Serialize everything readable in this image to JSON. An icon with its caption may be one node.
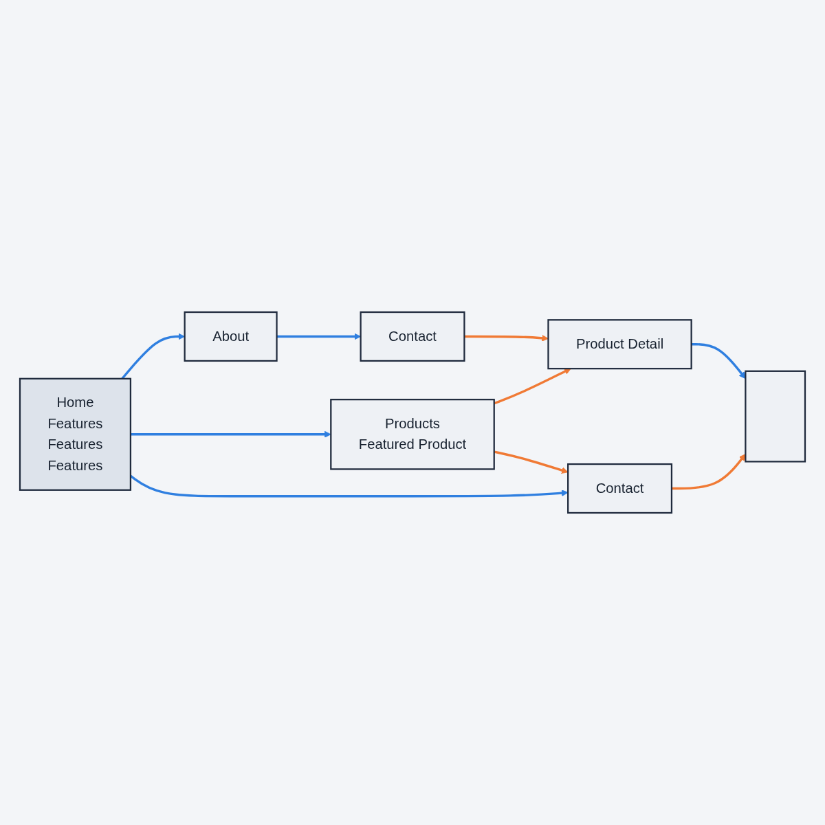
{
  "diagram": {
    "nodes": [
      {
        "text": [
          "Home",
          "Features",
          "Features",
          "Features"
        ]
      },
      {
        "text": [
          "About"
        ]
      },
      {
        "text": [
          "Contact"
        ]
      },
      {
        "text": [
          "Products",
          "Featured Product"
        ]
      },
      {
        "text": [
          "Product Detail"
        ]
      },
      {
        "text": [
          "Contact"
        ]
      },
      {
        "text": [],
        "shape": "box"
      }
    ],
    "edges": [
      {
        "from": 0,
        "to": 1,
        "arrow": "to"
      },
      {
        "from": 0,
        "to": 3,
        "arrow": "to"
      },
      {
        "from": 0,
        "to": 5,
        "arrow": "to"
      },
      {
        "from": 1,
        "to": 2,
        "arrow": "to"
      },
      {
        "from": 2,
        "to": 4,
        "arrow": "to",
        "color": "#f07a35"
      },
      {
        "from": 3,
        "to": 4,
        "arrow": "to",
        "color": "#f07a35"
      },
      {
        "from": 3,
        "to": 5,
        "arrow": "to",
        "color": "#f07a35"
      },
      {
        "from": 4,
        "to": 6,
        "arrow": "to"
      },
      {
        "from": 5,
        "to": 6,
        "arrow": "to",
        "color": "#f07a35"
      }
    ]
  }
}
